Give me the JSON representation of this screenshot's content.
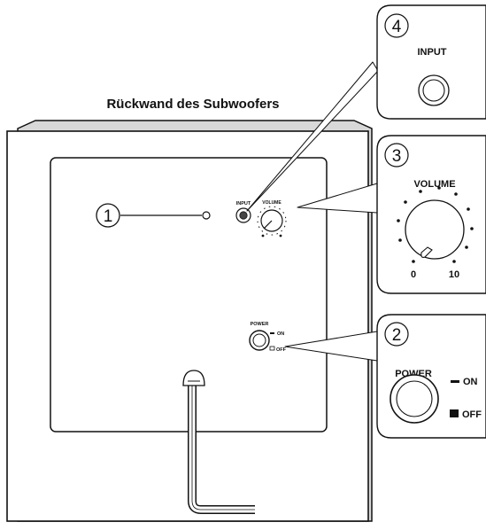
{
  "title": "Rückwand des Subwoofers",
  "callouts": {
    "c1": {
      "number": "1"
    },
    "c2": {
      "number": "2",
      "label": "POWER",
      "on": "ON",
      "off": "OFF"
    },
    "c3": {
      "number": "3",
      "label": "VOLUME",
      "min": "0",
      "max": "10"
    },
    "c4": {
      "number": "4",
      "label": "INPUT"
    }
  },
  "panel": {
    "input_label": "INPUT",
    "volume_label": "VOLUME",
    "power_label": "POWER",
    "on": "ON",
    "off": "OFF"
  },
  "colors": {
    "line": "#111111",
    "panel": "#ffffff",
    "shadow": "#cfcfcf"
  }
}
